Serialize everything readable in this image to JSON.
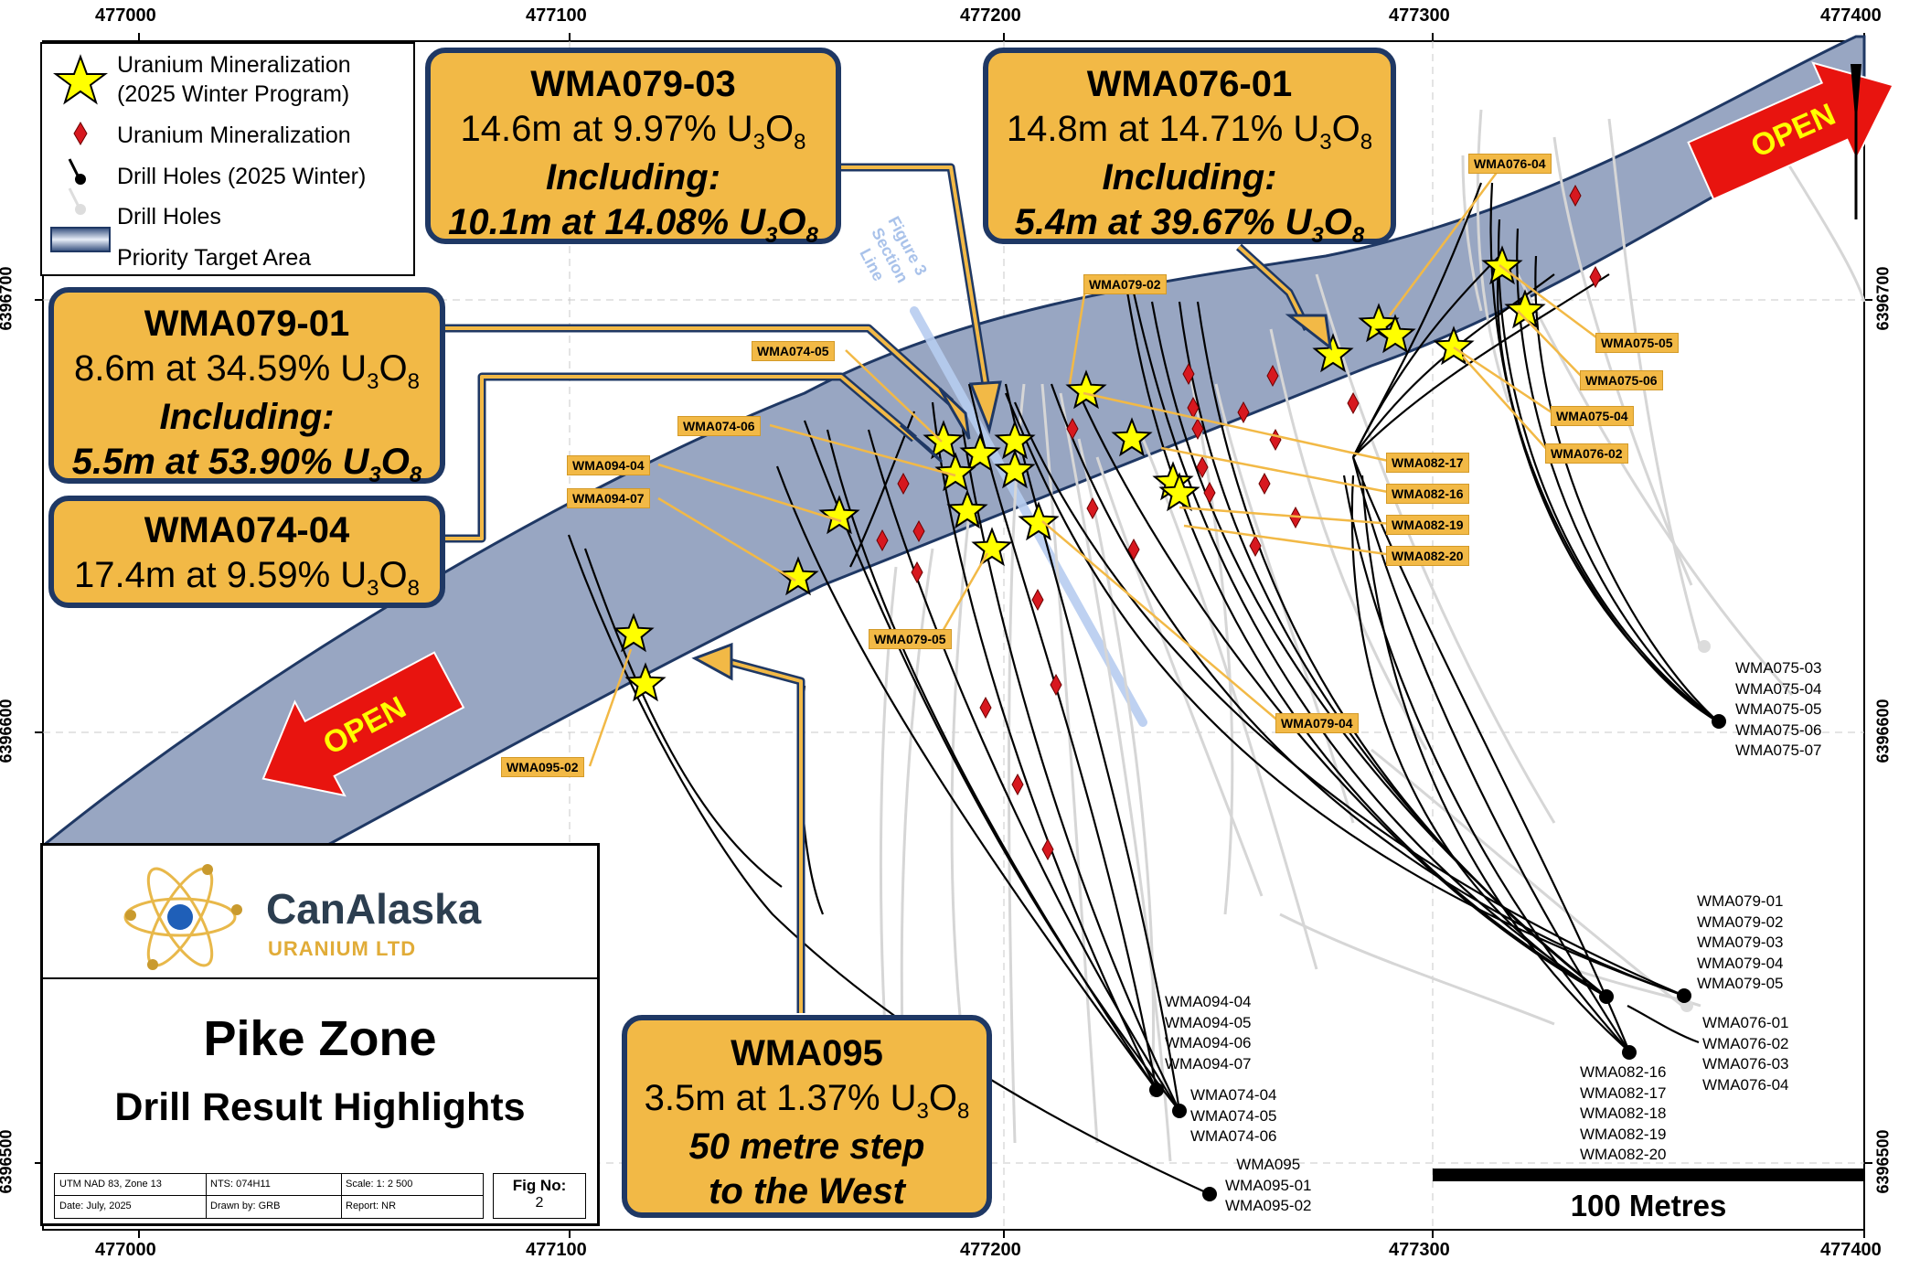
{
  "axes": {
    "eastings": [
      "477000",
      "477100",
      "477200",
      "477300",
      "477400"
    ],
    "northings": [
      "6396700",
      "6396600",
      "6396500"
    ]
  },
  "legend": {
    "items": [
      {
        "label_1": "Uranium Mineralization",
        "label_2": "(2025 Winter Program)",
        "icon": "star-icon"
      },
      {
        "label_1": "Uranium Mineralization",
        "icon": "red-diamond-icon"
      },
      {
        "label_1": "Drill Holes (2025 Winter)",
        "icon": "black-drillhole-icon"
      },
      {
        "label_1": "Drill Holes",
        "icon": "grey-drillhole-icon"
      },
      {
        "label_1": "Priority Target Area",
        "icon": "priority-area-icon"
      }
    ]
  },
  "callouts": {
    "wma079_03": {
      "title": "WMA079-03",
      "line1": "14.6m at 9.97% U",
      "line1_sub": "3",
      "line1_mid": "O",
      "line1_sub2": "8",
      "line2": "Including:",
      "line3": "10.1m at 14.08% U",
      "line3_sub": "3",
      "line3_mid": "O",
      "line3_sub2": "8"
    },
    "wma076_01": {
      "title": "WMA076-01",
      "line1": "14.8m at 14.71% U",
      "line1_sub": "3",
      "line1_mid": "O",
      "line1_sub2": "8",
      "line2": "Including:",
      "line3": "5.4m at 39.67% U",
      "line3_sub": "3",
      "line3_mid": "O",
      "line3_sub2": "8"
    },
    "wma079_01": {
      "title": "WMA079-01",
      "line1": "8.6m at 34.59% U",
      "line1_sub": "3",
      "line1_mid": "O",
      "line1_sub2": "8",
      "line2": "Including:",
      "line3": "5.5m at 53.90% U",
      "line3_sub": "3",
      "line3_mid": "O",
      "line3_sub2": "8"
    },
    "wma074_04": {
      "title": "WMA074-04",
      "line1": "17.4m at 9.59% U",
      "line1_sub": "3",
      "line1_mid": "O",
      "line1_sub2": "8"
    },
    "wma095": {
      "title": "WMA095",
      "line1": "3.5m at 1.37% U",
      "line1_sub": "3",
      "line1_mid": "O",
      "line1_sub2": "8",
      "line2": "50 metre step",
      "line3": "to the West"
    }
  },
  "tags": [
    "WMA079-02",
    "WMA074-05",
    "WMA074-06",
    "WMA094-04",
    "WMA094-07",
    "WMA079-05",
    "WMA079-04",
    "WMA095-02",
    "WMA076-04",
    "WMA075-05",
    "WMA075-06",
    "WMA075-04",
    "WMA076-02",
    "WMA082-17",
    "WMA082-16",
    "WMA082-19",
    "WMA082-20"
  ],
  "hole_labels": {
    "wma075": [
      "WMA075-03",
      "WMA075-04",
      "WMA075-05",
      "WMA075-06",
      "WMA075-07"
    ],
    "wma079": [
      "WMA079-01",
      "WMA079-02",
      "WMA079-03",
      "WMA079-04",
      "WMA079-05"
    ],
    "wma076": [
      "WMA076-01",
      "WMA076-02",
      "WMA076-03",
      "WMA076-04"
    ],
    "wma082": [
      "WMA082-16",
      "WMA082-17",
      "WMA082-18",
      "WMA082-19",
      "WMA082-20"
    ],
    "wma094": [
      "WMA094-04",
      "WMA094-05",
      "WMA094-06",
      "WMA094-07"
    ],
    "wma074": [
      "WMA074-04",
      "WMA074-05",
      "WMA074-06"
    ],
    "wma095": [
      "WMA095",
      "WMA095-01",
      "WMA095-02"
    ]
  },
  "map_text": {
    "open": "OPEN",
    "section_line_1": "Figure 3",
    "section_line_2": "Section",
    "section_line_3": "Line",
    "scale_bar": "100 Metres"
  },
  "title_block": {
    "company": "CanAlaska",
    "company_sub": "URANIUM LTD",
    "title": "Pike Zone",
    "subtitle": "Drill Result Highlights",
    "datum": "UTM NAD 83, Zone 13",
    "nts": "NTS: 074H11",
    "scale": "Scale: 1: 2 500",
    "date": "Date: July, 2025",
    "drawn_by": "Drawn by: GRB",
    "report": "Report: NR",
    "fig_label": "Fig No:",
    "fig_no": "2"
  },
  "colors": {
    "callout_fill": "#f2b946",
    "callout_border": "#1f3864",
    "target_area": "#8f9db9",
    "arrow_red": "#e8140f",
    "star": "#ffff00",
    "diamond": "#d7181f"
  }
}
